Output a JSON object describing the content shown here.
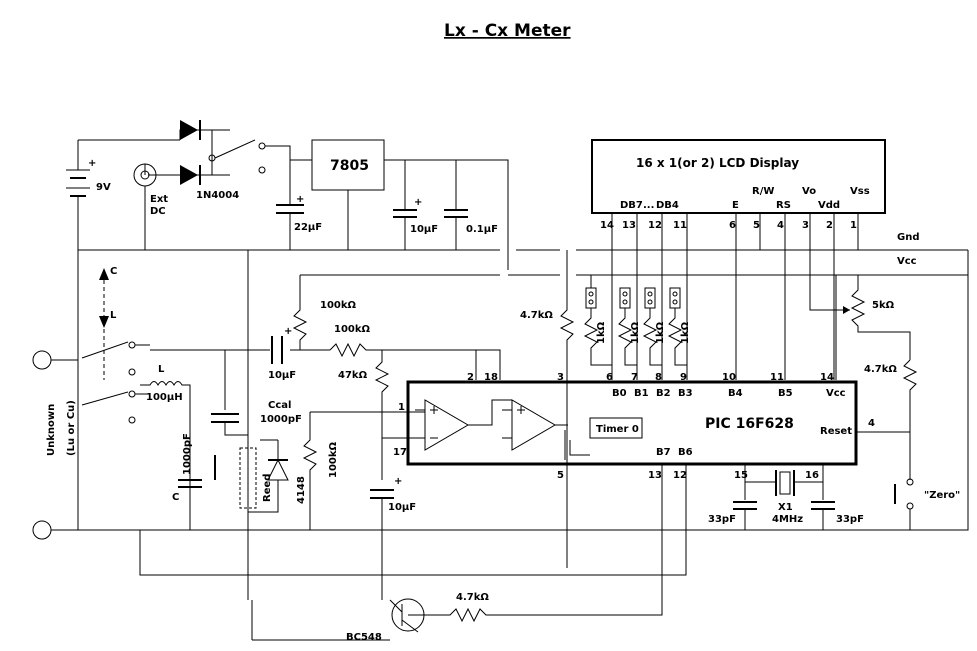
{
  "title": "Lx - Cx Meter",
  "lcd": {
    "label": "16 x 1(or 2) LCD Display",
    "pins_top": [
      "DB7",
      "...",
      "DB4",
      "E",
      "R/W",
      "RS",
      "Vo",
      "Vdd",
      "Vss"
    ],
    "pin_numbers": [
      "14",
      "13",
      "12",
      "11",
      "6",
      "5",
      "4",
      "3",
      "2",
      "1"
    ]
  },
  "regulator": "7805",
  "rails": {
    "gnd": "Gnd",
    "vcc": "Vcc"
  },
  "pic": {
    "label": "PIC 16F628",
    "reset": "Reset",
    "timer": "Timer 0",
    "pins": {
      "B0": "B0",
      "B1": "B1",
      "B2": "B2",
      "B3": "B3",
      "B4": "B4",
      "B5": "B5",
      "B6": "B6",
      "B7": "B7",
      "Vcc": "Vcc",
      "n6": "6",
      "n7": "7",
      "n8": "8",
      "n9": "9",
      "n10": "10",
      "n11": "11",
      "n14": "14",
      "n2": "2",
      "n18": "18",
      "n3": "3",
      "n1": "1",
      "n17": "17",
      "n5": "5",
      "n13": "13",
      "n12": "12",
      "n15": "15",
      "n16": "16",
      "n4": "4"
    }
  },
  "components": {
    "battery": "9V",
    "ext_dc_1": "Ext",
    "ext_dc_2": "DC",
    "diode": "1N4004",
    "c22": "22µF",
    "c10a": "10µF",
    "c01": "0.1µF",
    "r100k_a": "100kΩ",
    "r100k_b": "100kΩ",
    "r47k": "47kΩ",
    "r100k_c": "100kΩ",
    "r47k_pull": "4.7kΩ",
    "c10b": "10µF",
    "c10c": "10µF",
    "ccal_1": "Ccal",
    "ccal_2": "1000pF",
    "l_label": "L",
    "l_value": "100µH",
    "c_label": "C",
    "c_value": "1000pF",
    "reed": "Reed",
    "d4148": "4148",
    "r1k": "1kΩ",
    "r5k": "5kΩ",
    "r47k_reset": "4.7kΩ",
    "zero": "\"Zero\"",
    "x1": "X1",
    "x1_freq": "4MHz",
    "c33a": "33pF",
    "c33b": "33pF",
    "bc548": "BC548",
    "r47k_base": "4.7kΩ",
    "unknown_1": "Unknown",
    "unknown_2": "(Lu or Cu)",
    "switch_c": "C",
    "switch_l": "L",
    "plus": "+"
  }
}
